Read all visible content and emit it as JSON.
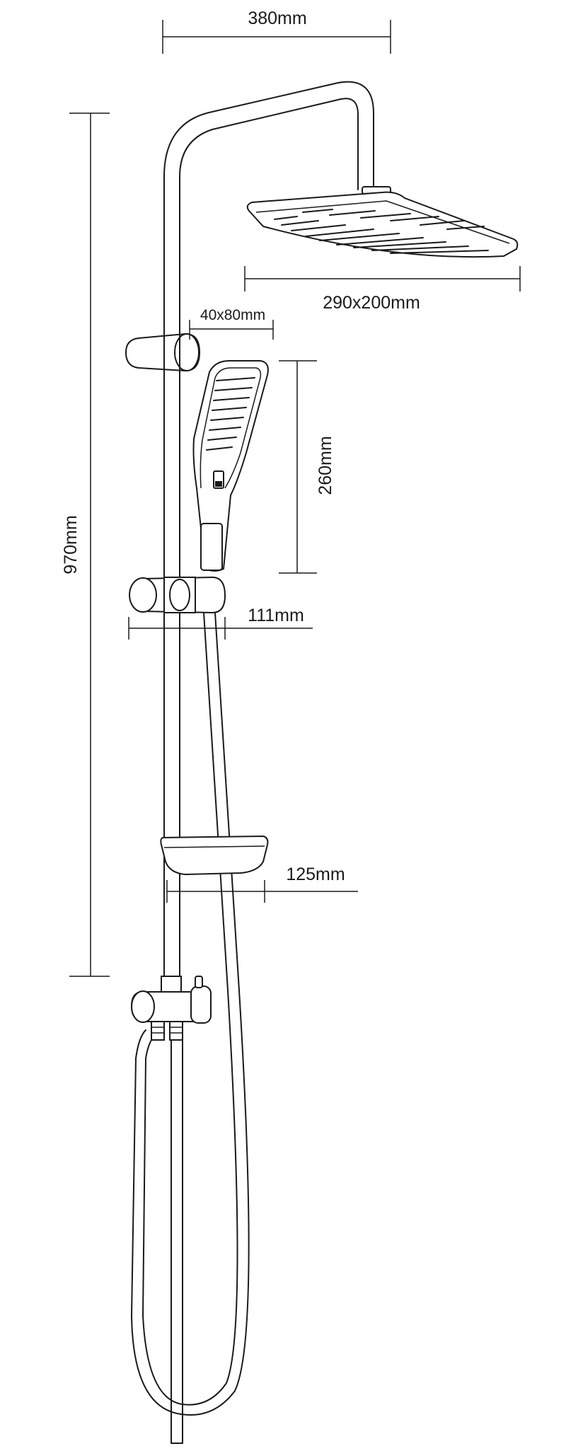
{
  "dimensions": {
    "head_arm_width": "380mm",
    "head_size": "290x200mm",
    "bracket_size": "40x80mm",
    "hand_shower_length": "260mm",
    "total_height": "970mm",
    "slider_depth": "111mm",
    "soap_dish_depth": "125mm"
  }
}
